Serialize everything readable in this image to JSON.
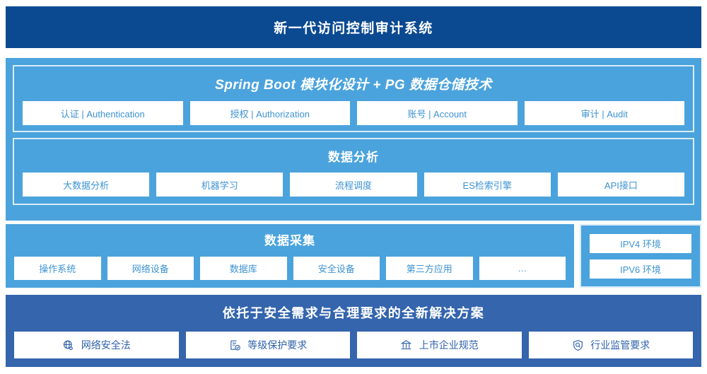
{
  "header": {
    "title": "新一代访问控制审计系统"
  },
  "colors": {
    "header_bg": "#0b4a91",
    "panel_bg": "#4ba3dd",
    "solution_bg": "#3465ad",
    "chip_bg": "#ffffff",
    "chip_text": "#3d93d2",
    "solution_chip_text": "#2f62aa",
    "group_border": "#d9ecf8"
  },
  "capability_panel": {
    "groups": [
      {
        "title": "Spring Boot 模块化设计 + PG 数据仓储技术",
        "chips": [
          {
            "label": "认证 | Authentication"
          },
          {
            "label": "授权 | Authorization"
          },
          {
            "label": "账号 | Account"
          },
          {
            "label": "审计 | Audit"
          }
        ]
      },
      {
        "title": "数据分析",
        "chips": [
          {
            "label": "大数据分析"
          },
          {
            "label": "机器学习"
          },
          {
            "label": "流程调度"
          },
          {
            "label": "ES检索引擎"
          },
          {
            "label": "API接口"
          }
        ]
      }
    ]
  },
  "collection": {
    "title": "数据采集",
    "chips": [
      {
        "label": "操作系统"
      },
      {
        "label": "网络设备"
      },
      {
        "label": "数据库"
      },
      {
        "label": "安全设备"
      },
      {
        "label": "第三方应用"
      },
      {
        "label": "…"
      }
    ]
  },
  "environments": {
    "items": [
      {
        "label": "IPV4 环境"
      },
      {
        "label": "IPV6 环境"
      }
    ]
  },
  "solution": {
    "title": "依托于安全需求与合理要求的全新解决方案",
    "chips": [
      {
        "label": "网络安全法",
        "icon": "globe-icon"
      },
      {
        "label": "等级保护要求",
        "icon": "document-check-icon"
      },
      {
        "label": "上市企业规范",
        "icon": "bank-icon"
      },
      {
        "label": "行业监管要求",
        "icon": "shield-search-icon"
      }
    ]
  }
}
